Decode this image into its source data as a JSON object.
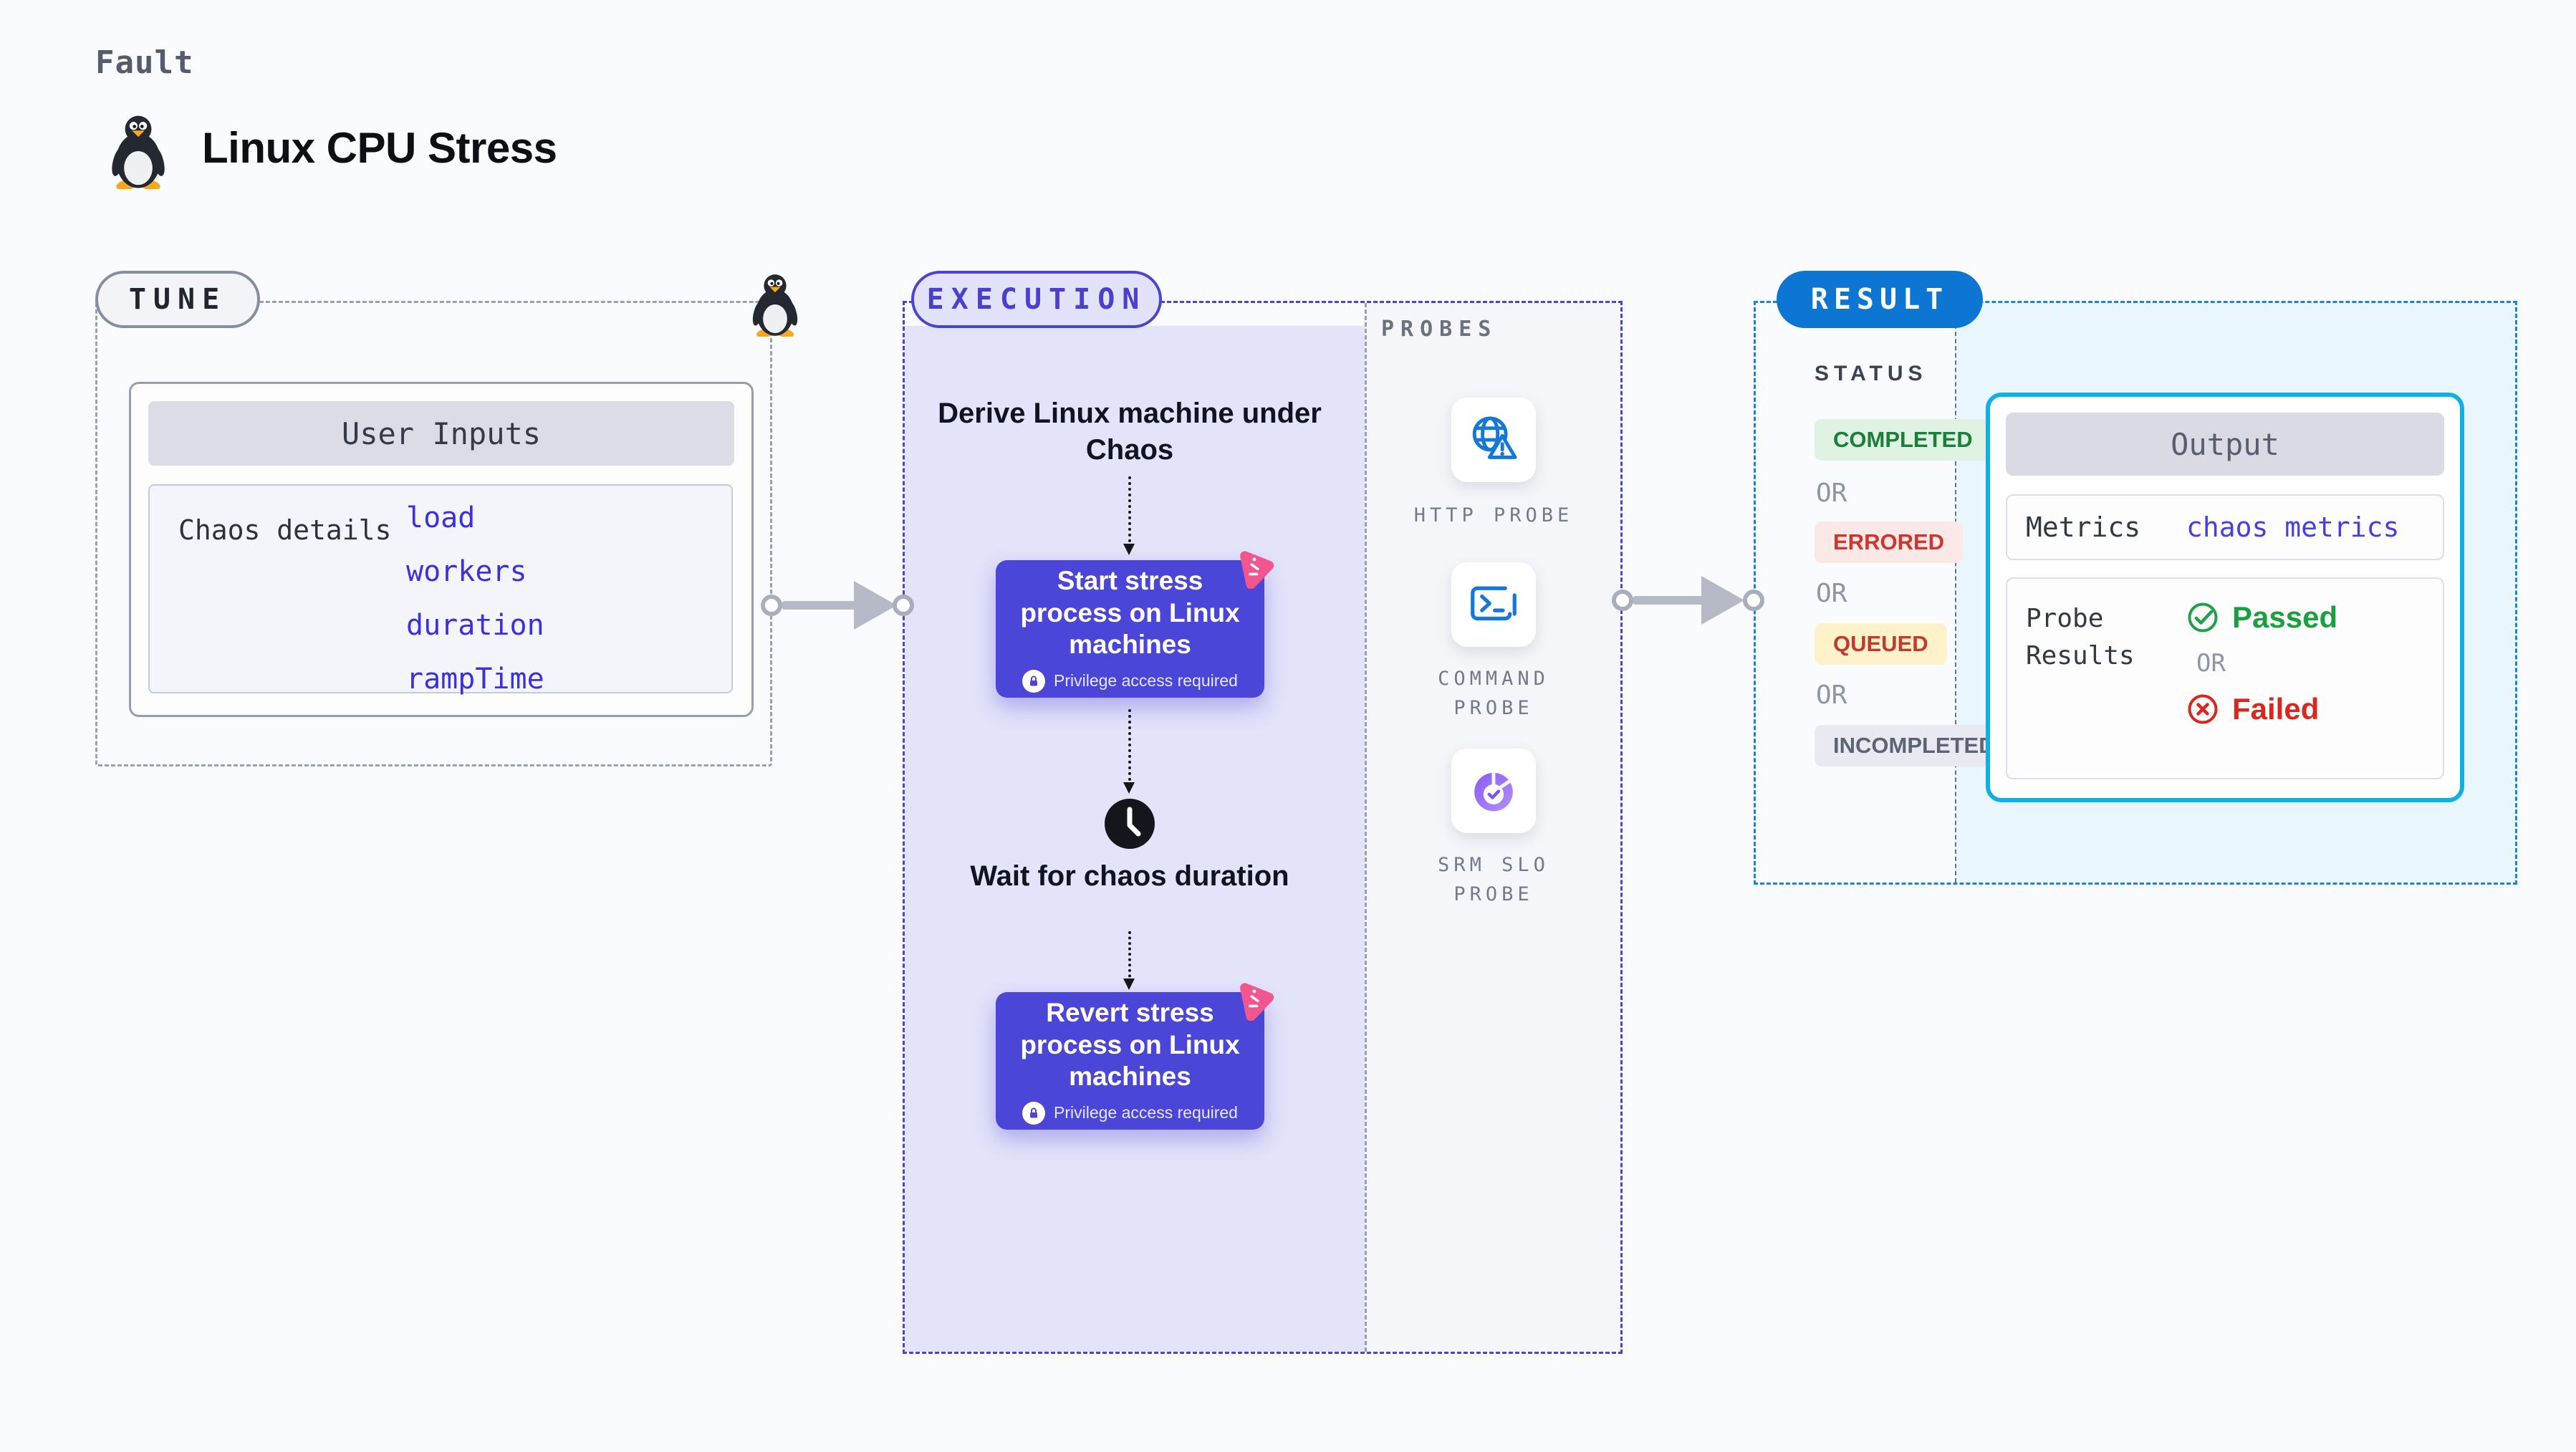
{
  "header": {
    "eyebrow": "Fault",
    "title": "Linux CPU Stress"
  },
  "colors": {
    "page_bg": "#fafbfe",
    "node_indigo": "#4b46d8",
    "execution_accent": "#4a43d4",
    "execution_panel_bg": "#e3e3fa",
    "probes_panel_bg": "#f5f6fa",
    "chaos_pink": "#f2568f",
    "result_badge_blue": "#0d76d2",
    "result_panel_bg": "#e9f6fd",
    "output_border_cyan": "#0fb0e6",
    "link_blue": "#3a30e0",
    "passed_green": "#1b9e3f",
    "failed_red": "#d9271e",
    "connector_gray": "#b6bac6",
    "probe_icon_blue": "#1478d8",
    "srm_purple": "#8a5cf5"
  },
  "icons": {
    "tux": "linux-penguin",
    "clock": "clock-icon",
    "chaos_pinwheel": "chaos-pinwheel-icon",
    "lock": "lock-icon",
    "http": "globe-warning-icon",
    "command": "terminal-icon",
    "srm": "slo-pie-check-icon",
    "passed": "check-circle-icon",
    "failed": "x-circle-icon"
  },
  "tune": {
    "badge": "TUNE",
    "card_title": "User Inputs",
    "row_label": "Chaos details",
    "links": [
      "load",
      "workers",
      "duration",
      "rampTime"
    ]
  },
  "execution": {
    "badge": "EXECUTION",
    "derive_label": "Derive Linux machine under Chaos",
    "start_node": {
      "title": "Start stress process on Linux machines",
      "note": "Privilege access required"
    },
    "wait_label": "Wait for chaos duration",
    "revert_node": {
      "title": "Revert stress process on Linux machines",
      "note": "Privilege access required"
    }
  },
  "probes": {
    "heading": "PROBES",
    "items": [
      {
        "label": "HTTP PROBE",
        "icon": "http-probe-icon"
      },
      {
        "label": "COMMAND PROBE",
        "icon": "command-probe-icon"
      },
      {
        "label": "SRM SLO PROBE",
        "icon": "srm-slo-probe-icon"
      }
    ]
  },
  "result": {
    "badge": "RESULT",
    "status_heading": "STATUS",
    "or_label": "OR",
    "statuses": [
      {
        "label": "COMPLETED",
        "fg": "#188038",
        "bg": "#e0f2e1"
      },
      {
        "label": "ERRORED",
        "fg": "#d0342c",
        "bg": "#fbe9e8"
      },
      {
        "label": "QUEUED",
        "fg": "#c03a2f",
        "bg": "#fdf2ca"
      },
      {
        "label": "INCOMPLETED",
        "fg": "#5d6374",
        "bg": "#e9eaf1"
      }
    ],
    "output": {
      "title": "Output",
      "metrics_label": "Metrics",
      "metrics_value": "chaos metrics",
      "probe_results_label": "Probe Results",
      "passed_label": "Passed",
      "failed_label": "Failed"
    }
  }
}
